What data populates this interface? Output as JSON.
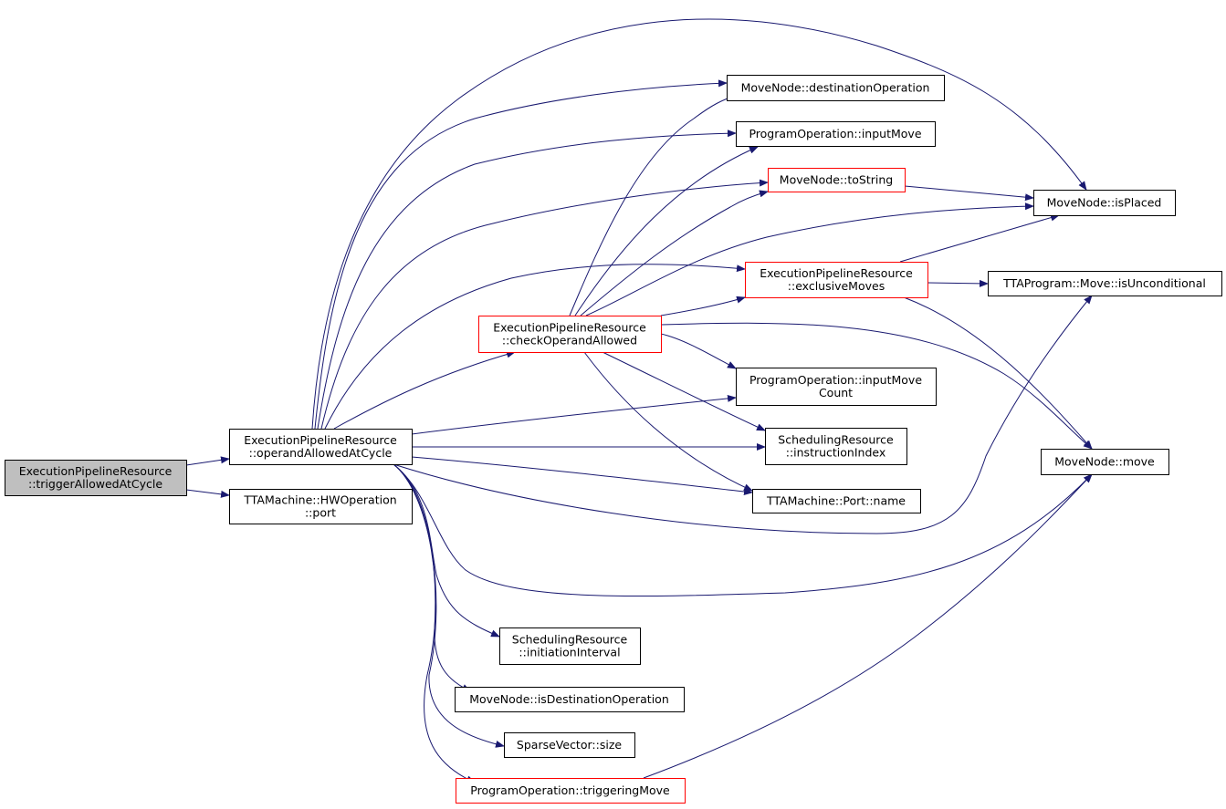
{
  "colors": {
    "edge": "#191970",
    "border_normal": "#000000",
    "border_truncated": "#ff0000",
    "root_fill": "#bfbfbf",
    "node_fill": "#ffffff"
  },
  "nodes": [
    {
      "id": "root",
      "lines": [
        "ExecutionPipelineResource",
        "::triggerAllowedAtCycle"
      ],
      "style": "root"
    },
    {
      "id": "opAllowed",
      "lines": [
        "ExecutionPipelineResource",
        "::operandAllowedAtCycle"
      ],
      "style": "normal"
    },
    {
      "id": "hwPort",
      "lines": [
        "TTAMachine::HWOperation",
        "::port"
      ],
      "style": "normal"
    },
    {
      "id": "checkOperand",
      "lines": [
        "ExecutionPipelineResource",
        "::checkOperandAllowed"
      ],
      "style": "truncated"
    },
    {
      "id": "destOp",
      "lines": [
        "MoveNode::destinationOperation"
      ],
      "style": "normal"
    },
    {
      "id": "inputMove",
      "lines": [
        "ProgramOperation::inputMove"
      ],
      "style": "normal"
    },
    {
      "id": "toString",
      "lines": [
        "MoveNode::toString"
      ],
      "style": "truncated"
    },
    {
      "id": "exclusiveMoves",
      "lines": [
        "ExecutionPipelineResource",
        "::exclusiveMoves"
      ],
      "style": "truncated"
    },
    {
      "id": "inputMoveCount",
      "lines": [
        "ProgramOperation::inputMove",
        "Count"
      ],
      "style": "normal"
    },
    {
      "id": "instrIndex",
      "lines": [
        "SchedulingResource",
        "::instructionIndex"
      ],
      "style": "normal"
    },
    {
      "id": "portName",
      "lines": [
        "TTAMachine::Port::name"
      ],
      "style": "normal"
    },
    {
      "id": "initInterval",
      "lines": [
        "SchedulingResource",
        "::initiationInterval"
      ],
      "style": "normal"
    },
    {
      "id": "isDestOp",
      "lines": [
        "MoveNode::isDestinationOperation"
      ],
      "style": "normal"
    },
    {
      "id": "sparseSize",
      "lines": [
        "SparseVector::size"
      ],
      "style": "normal"
    },
    {
      "id": "triggeringMove",
      "lines": [
        "ProgramOperation::triggeringMove"
      ],
      "style": "truncated"
    },
    {
      "id": "isPlaced",
      "lines": [
        "MoveNode::isPlaced"
      ],
      "style": "normal"
    },
    {
      "id": "isUncond",
      "lines": [
        "TTAProgram::Move::isUnconditional"
      ],
      "style": "normal"
    },
    {
      "id": "move",
      "lines": [
        "MoveNode::move"
      ],
      "style": "normal"
    }
  ],
  "edges": [
    {
      "from": "root",
      "to": "opAllowed"
    },
    {
      "from": "root",
      "to": "hwPort"
    },
    {
      "from": "opAllowed",
      "to": "checkOperand"
    },
    {
      "from": "opAllowed",
      "to": "destOp"
    },
    {
      "from": "opAllowed",
      "to": "inputMove"
    },
    {
      "from": "opAllowed",
      "to": "toString"
    },
    {
      "from": "opAllowed",
      "to": "isPlaced"
    },
    {
      "from": "opAllowed",
      "to": "exclusiveMoves"
    },
    {
      "from": "opAllowed",
      "to": "inputMoveCount"
    },
    {
      "from": "opAllowed",
      "to": "instrIndex"
    },
    {
      "from": "opAllowed",
      "to": "portName"
    },
    {
      "from": "opAllowed",
      "to": "isUncond"
    },
    {
      "from": "opAllowed",
      "to": "move"
    },
    {
      "from": "opAllowed",
      "to": "initInterval"
    },
    {
      "from": "opAllowed",
      "to": "isDestOp"
    },
    {
      "from": "opAllowed",
      "to": "sparseSize"
    },
    {
      "from": "opAllowed",
      "to": "triggeringMove"
    },
    {
      "from": "checkOperand",
      "to": "destOp"
    },
    {
      "from": "checkOperand",
      "to": "inputMove"
    },
    {
      "from": "checkOperand",
      "to": "toString"
    },
    {
      "from": "checkOperand",
      "to": "isPlaced"
    },
    {
      "from": "checkOperand",
      "to": "exclusiveMoves"
    },
    {
      "from": "checkOperand",
      "to": "inputMoveCount"
    },
    {
      "from": "checkOperand",
      "to": "instrIndex"
    },
    {
      "from": "checkOperand",
      "to": "portName"
    },
    {
      "from": "checkOperand",
      "to": "move"
    },
    {
      "from": "toString",
      "to": "isPlaced"
    },
    {
      "from": "exclusiveMoves",
      "to": "isPlaced"
    },
    {
      "from": "exclusiveMoves",
      "to": "isUncond"
    },
    {
      "from": "exclusiveMoves",
      "to": "move"
    },
    {
      "from": "triggeringMove",
      "to": "move"
    }
  ]
}
